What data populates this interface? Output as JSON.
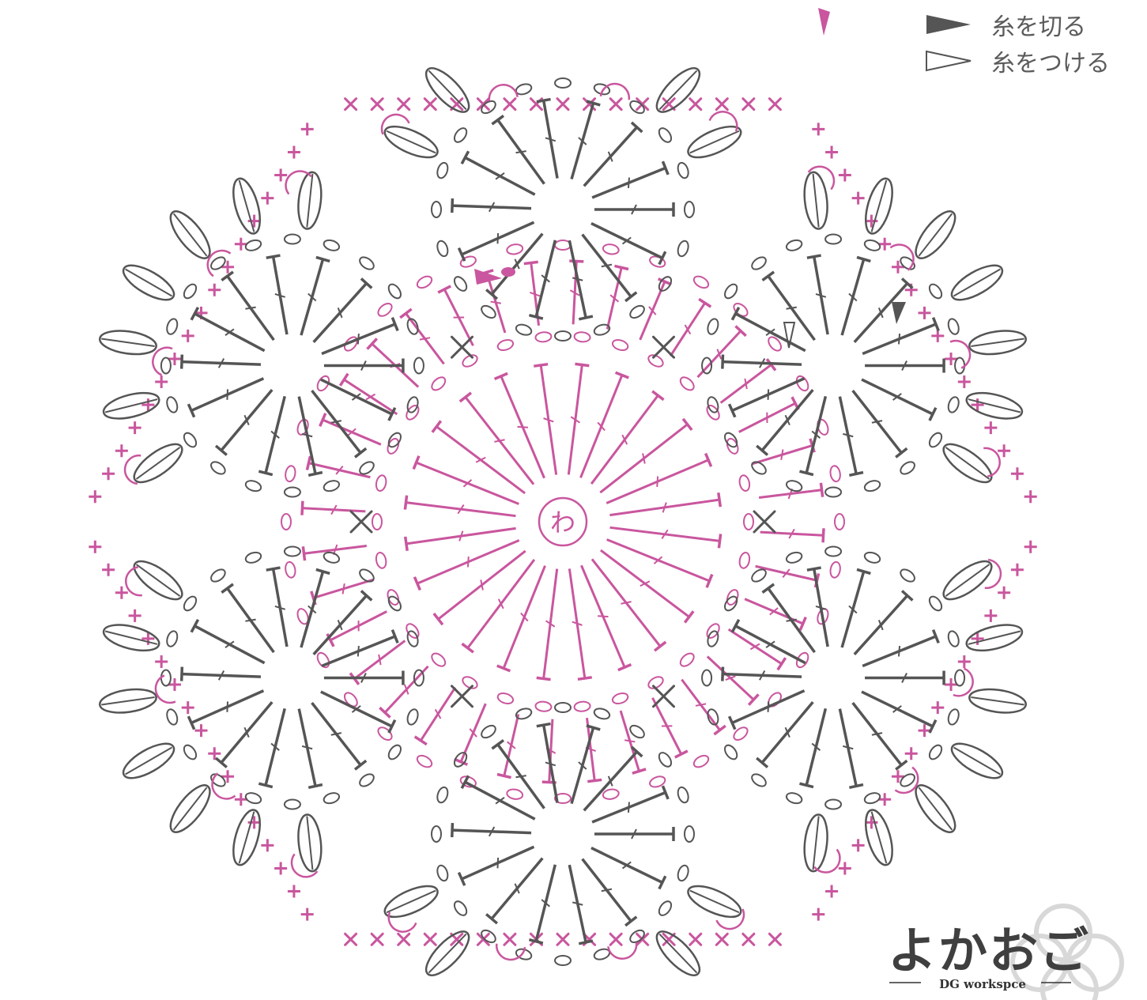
{
  "legend": {
    "cut_yarn_label": "糸を切る",
    "join_yarn_label": "糸をつける"
  },
  "center": {
    "magic_ring_label": "わ"
  },
  "logo": {
    "main_text": "よかおご",
    "sub_text": "DG workspce"
  },
  "colors": {
    "pink": "#c9569e",
    "gray": "#555555",
    "logo_gray": "#d8d8d8"
  }
}
